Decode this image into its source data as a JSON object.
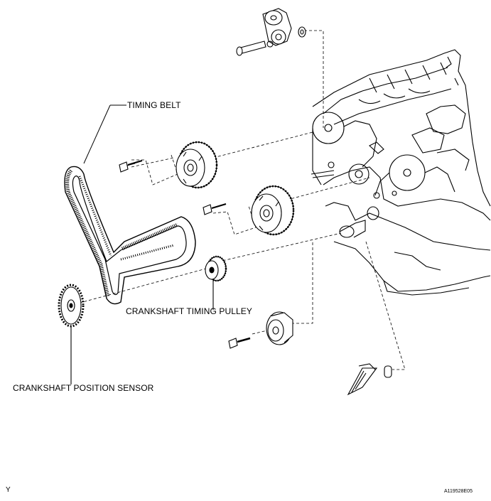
{
  "labels": {
    "timing_belt": "TIMING BELT",
    "crankshaft_timing_pulley": "CRANKSHAFT TIMING PULLEY",
    "crankshaft_position_sensor": "CRANKSHAFT POSITION SENSOR"
  },
  "corner": {
    "left": "Y",
    "right": "A119528E05"
  },
  "colors": {
    "line": "#000000",
    "background": "#ffffff"
  }
}
